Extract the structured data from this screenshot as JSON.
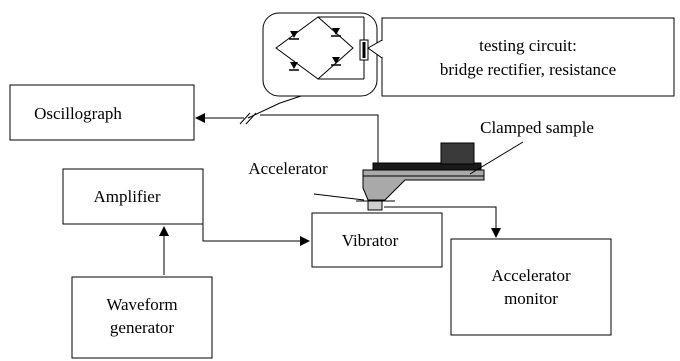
{
  "boxes": {
    "oscillograph": "Oscillograph",
    "amplifier": "Amplifier",
    "vibrator": "Vibrator",
    "waveform_generator": [
      "Waveform",
      "generator"
    ],
    "accelerator_monitor": [
      "Accelerator",
      "monitor"
    ]
  },
  "callout": {
    "lines": [
      "testing circuit:",
      "bridge rectifier, resistance"
    ]
  },
  "labels": {
    "clamped_sample": "Clamped sample",
    "accelerator": "Accelerator"
  },
  "colors": {
    "stroke": "#000000",
    "background": "#ffffff",
    "fixture_gray": "#a9a9a9",
    "sample_dark": "#1a1a1a",
    "block_dark": "#3a3a3a",
    "sensor_gray": "#cfcfcf"
  }
}
